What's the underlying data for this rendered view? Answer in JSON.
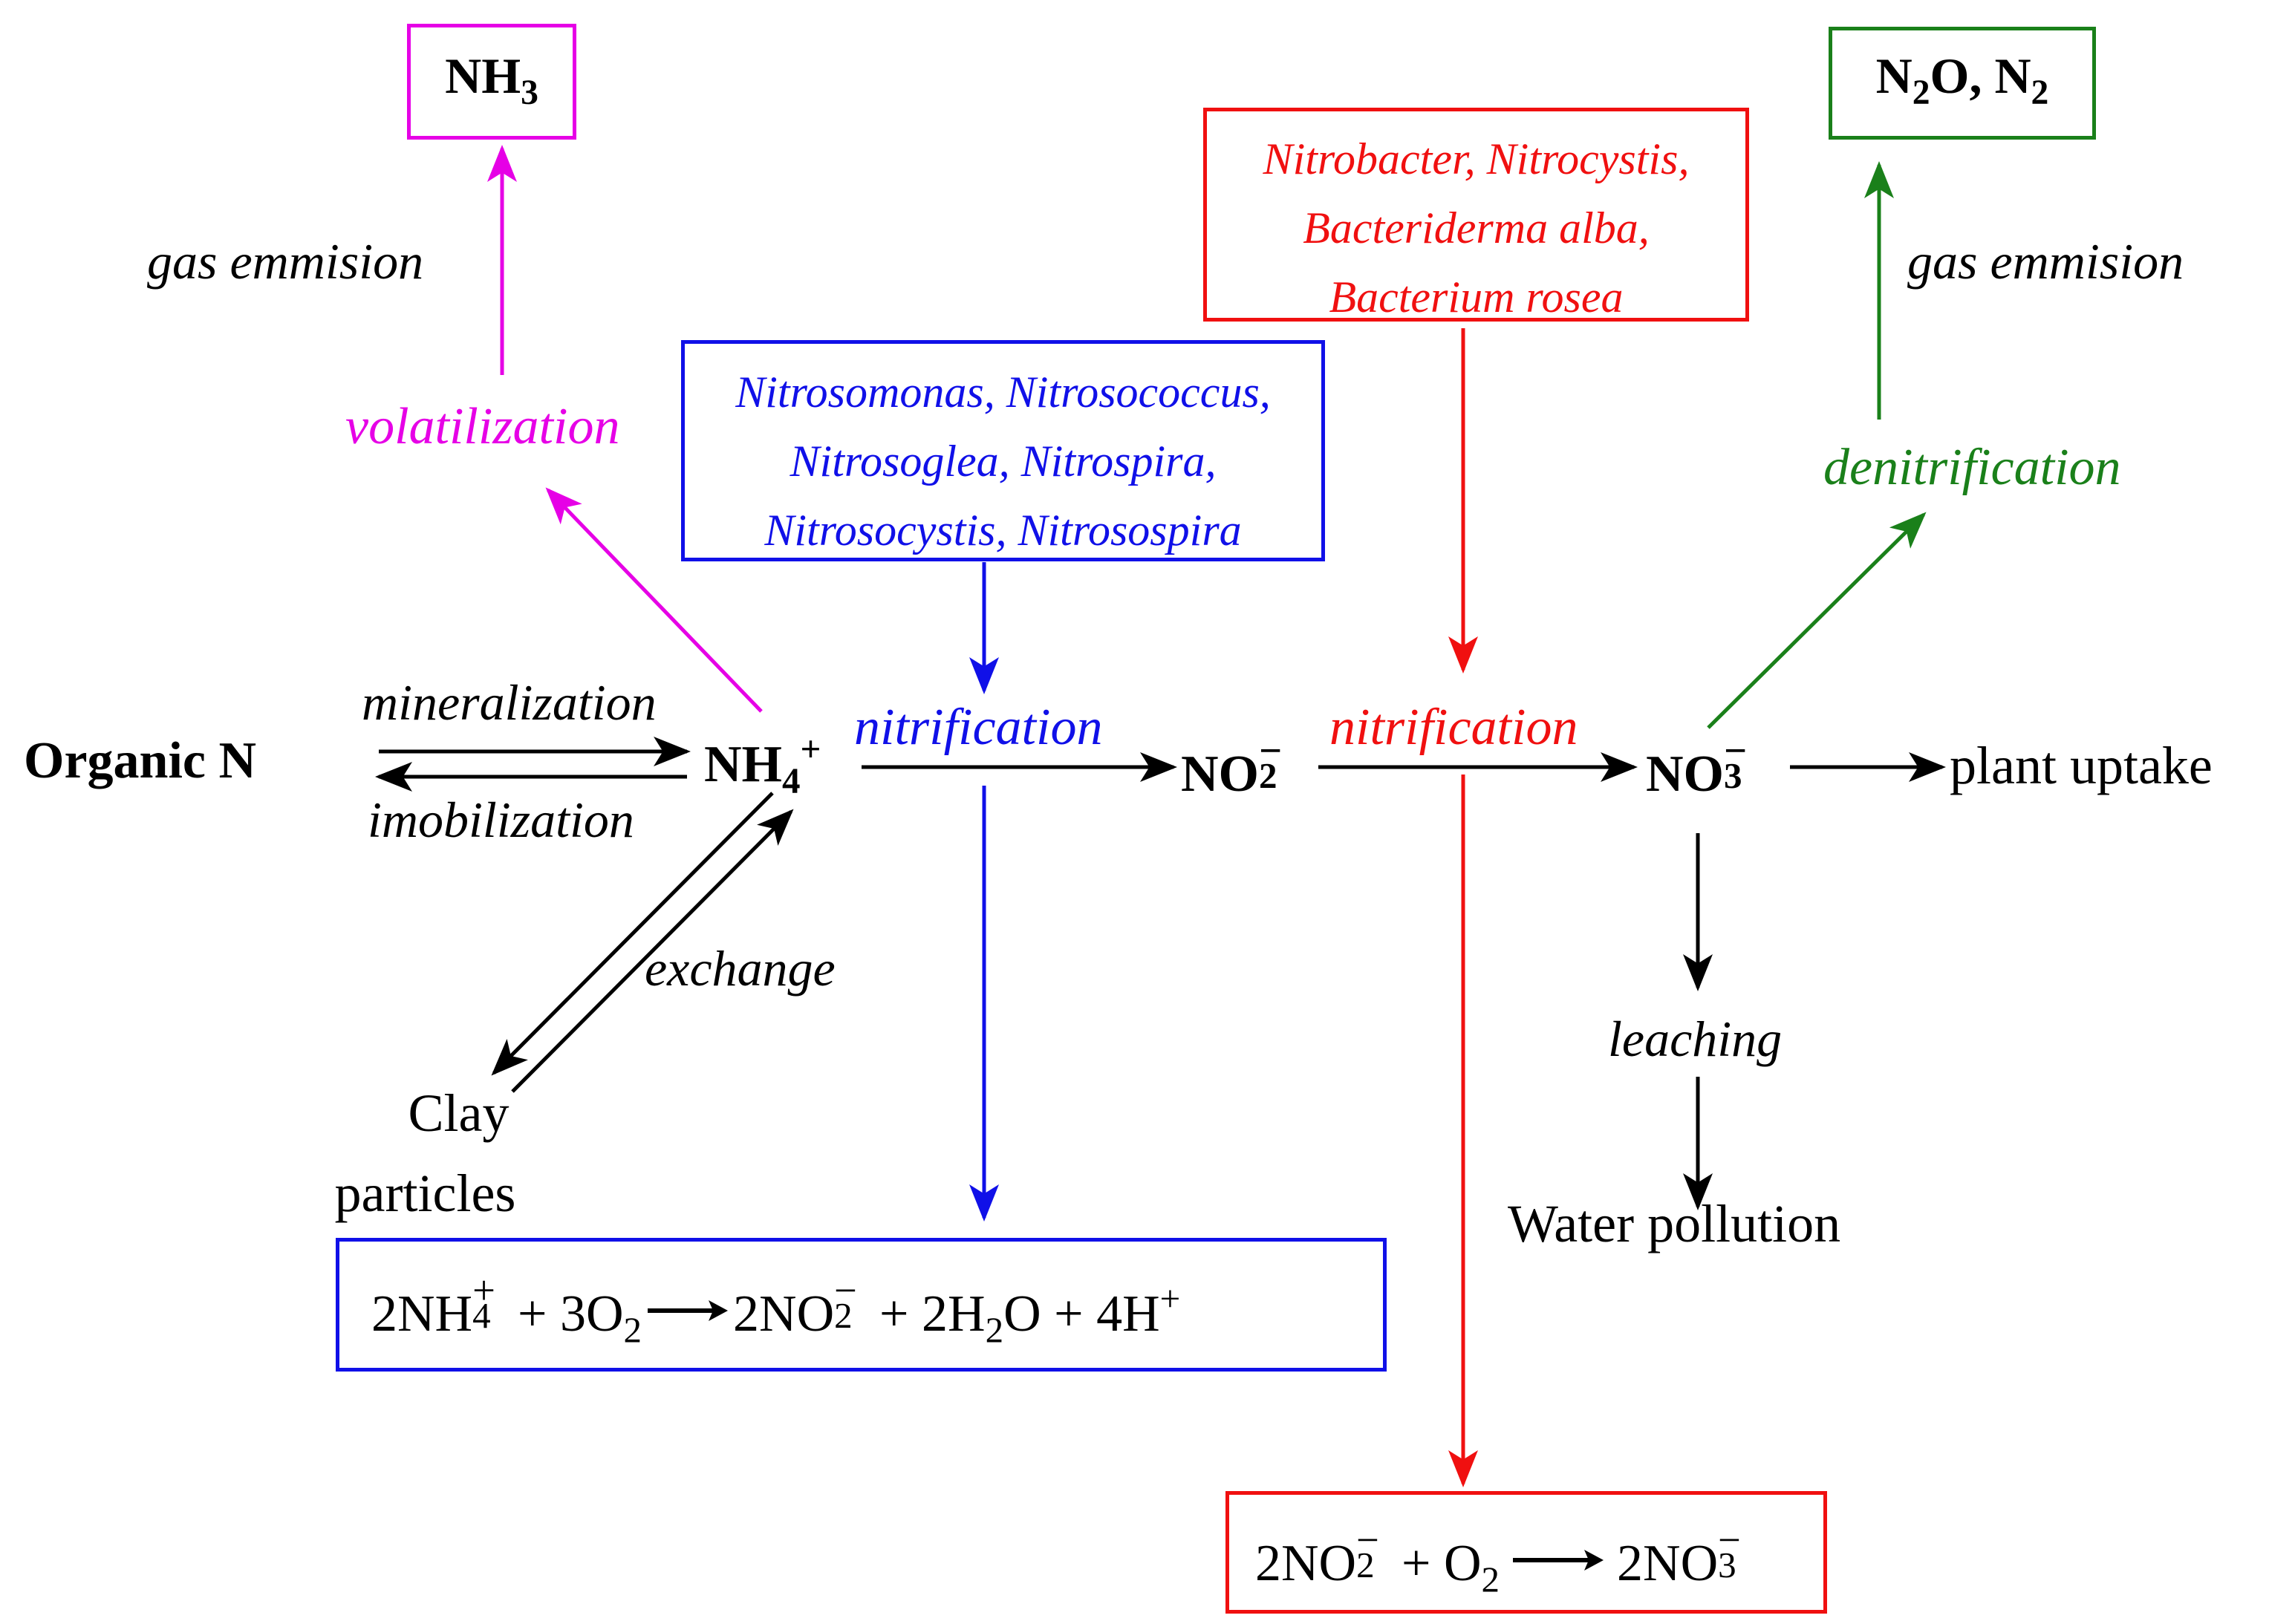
{
  "colors": {
    "black": "#000000",
    "magenta": "#e600e6",
    "blue": "#1010e8",
    "red": "#f01010",
    "green": "#1a801a"
  },
  "nodes": {
    "organic_n": "Organic N",
    "nh4": "NH",
    "nh4_sub": "4",
    "nh4_sup": "+",
    "no2": "NO",
    "no2_sub": "2",
    "no2_sup": "−",
    "no3": "NO",
    "no3_sub": "3",
    "no3_sup": "−",
    "plant_uptake": "plant uptake",
    "clay_line1": "Clay",
    "clay_line2": "particles",
    "water_pollution": "Water pollution",
    "nh3": "NH",
    "nh3_sub": "3",
    "n2o": "N",
    "n2o_sub": "2",
    "n2o_rest": "O, N",
    "n2_sub": "2"
  },
  "labels": {
    "mineralization": "mineralization",
    "imobilization": "imobilization",
    "exchange": "exchange",
    "volatilization": "volatilization",
    "gas_emission_left": "gas emmision",
    "gas_emission_right": "gas emmision",
    "nitrification_1": "nitrification",
    "nitrification_2": "nitrification",
    "denitrification": "denitrification",
    "leaching": "leaching"
  },
  "bacteria": {
    "nitrosomonas_lines": [
      "Nitrosomonas, Nitrosococcus,",
      "Nitrosoglea, Nitrospira,",
      "Nitrosocystis, Nitrosospira"
    ],
    "nitrobacter_lines": [
      "Nitrobacter, Nitrocystis,",
      "Bacteriderma alba,",
      "Bacterium rosea"
    ]
  },
  "equations": {
    "eq1": {
      "c1": "2NH",
      "c1_sub": "4",
      "c1_sup": "+",
      "plus1": " + 3O",
      "o2_sub": "2",
      "c2": "2NO",
      "c2_sub": "2",
      "c2_sup": "−",
      "plus2": " + 2H",
      "h2_sub": "2",
      "c3": "O + 4H",
      "h_sup": "+"
    },
    "eq2": {
      "c1": "2NO",
      "c1_sub": "2",
      "c1_sup": "−",
      "plus1": " + O",
      "o2_sub": "2",
      "c2": "2NO",
      "c2_sub": "3",
      "c2_sup": "−"
    }
  }
}
